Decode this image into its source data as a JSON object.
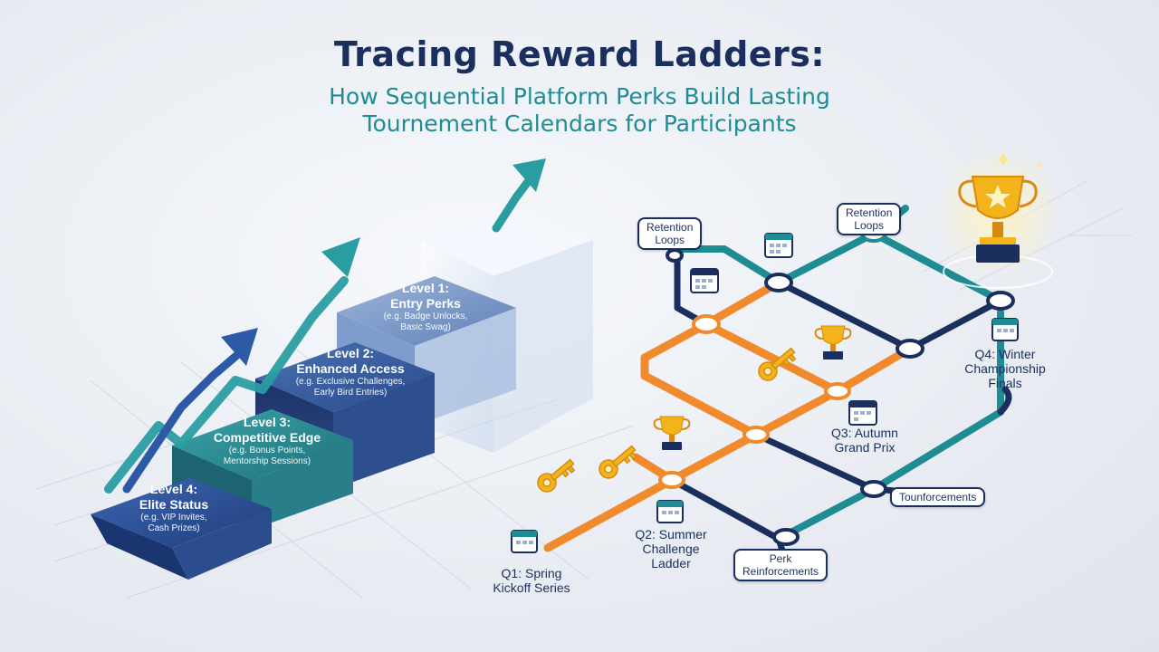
{
  "title": "Tracing Reward Ladders:",
  "subtitle_line1": "How Sequential Platform Perks Build Lasting",
  "subtitle_line2": "Tournement Calendars for Participants",
  "levels": [
    {
      "level": "Level 1:",
      "name": "Entry Perks",
      "desc1": "(e.g. Badge Unlocks,",
      "desc2": "Basic Swag)"
    },
    {
      "level": "Level 2:",
      "name": "Enhanced Access",
      "desc1": "(e.g. Exclusive Challenges,",
      "desc2": "Early Bird Entries)"
    },
    {
      "level": "Level 3:",
      "name": "Competitive Edge",
      "desc1": "(e.g. Bonus Points,",
      "desc2": "Mentorship Sessions)"
    },
    {
      "level": "Level 4:",
      "name": "Elite Status",
      "desc1": "(e.g. VIP Invites,",
      "desc2": "Cash Prizes)"
    }
  ],
  "tags": {
    "retention_left": {
      "line1": "Retention",
      "line2": "Loops"
    },
    "retention_top": {
      "line1": "Retention",
      "line2": "Loops"
    },
    "tounforcements": "Tounforcements",
    "perk_reinforcements": {
      "line1": "Perk",
      "line2": "Reinforcements"
    }
  },
  "quarters": {
    "q1": {
      "line1": "Q1: Spring",
      "line2": "Kickoff Series"
    },
    "q2": {
      "line1": "Q2: Summer",
      "line2": "Challenge",
      "line3": "Ladder"
    },
    "q3": {
      "line1": "Q3: Autumn",
      "line2": "Grand Prix"
    },
    "q4": {
      "line1": "Q4: Winter",
      "line2": "Championship",
      "line3": "Finals"
    }
  },
  "colors": {
    "navy": "#1b2f5e",
    "teal": "#1f8c94",
    "orange": "#f08a2c",
    "gold": "#f2b31b",
    "step_blue": "#3a5fa0"
  },
  "icons": [
    "trophy-icon",
    "key-icon",
    "calendar-icon",
    "arrow-icon"
  ]
}
